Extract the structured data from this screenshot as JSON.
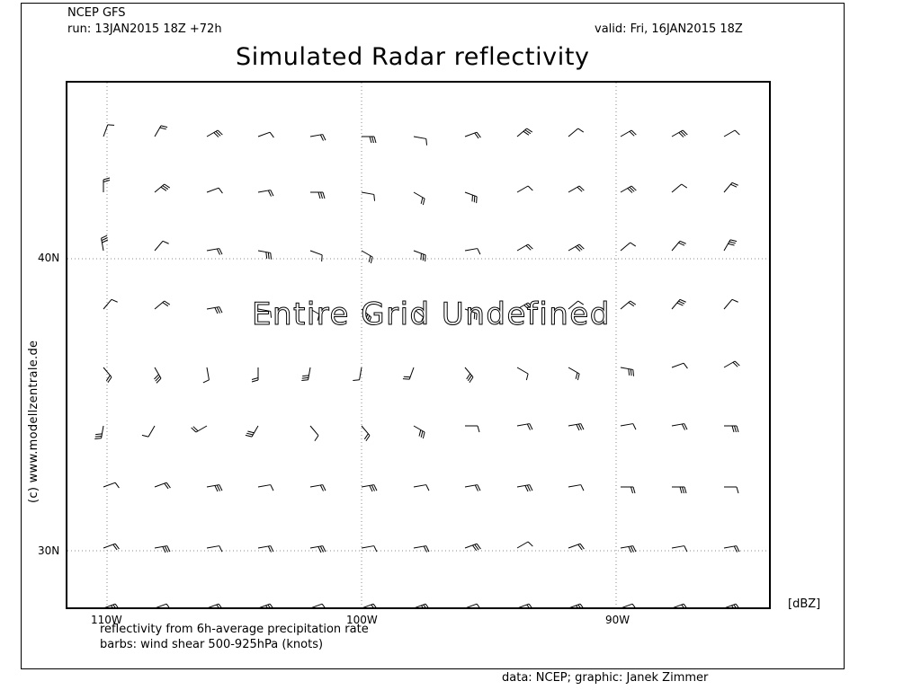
{
  "header": {
    "model": "NCEP GFS",
    "run": "run: 13JAN2015 18Z +72h",
    "valid": "valid: Fri, 16JAN2015 18Z"
  },
  "title": "Simulated Radar reflectivity",
  "map": {
    "status_text": "Entire Grid Undefined",
    "lat_labels": [
      "40N",
      "30N"
    ],
    "lon_labels": [
      "110W",
      "100W",
      "90W"
    ],
    "unit_label": "[dBZ]",
    "legend_line1": "reflectivity from 6h-average precipitation rate",
    "legend_line2": "barbs: wind shear 500-925hPa (knots)",
    "side_credit": "(c)  www.modellzentrale.de",
    "credit": "data: NCEP; graphic: Janek Zimmer",
    "gridline_style": "dotted"
  }
}
